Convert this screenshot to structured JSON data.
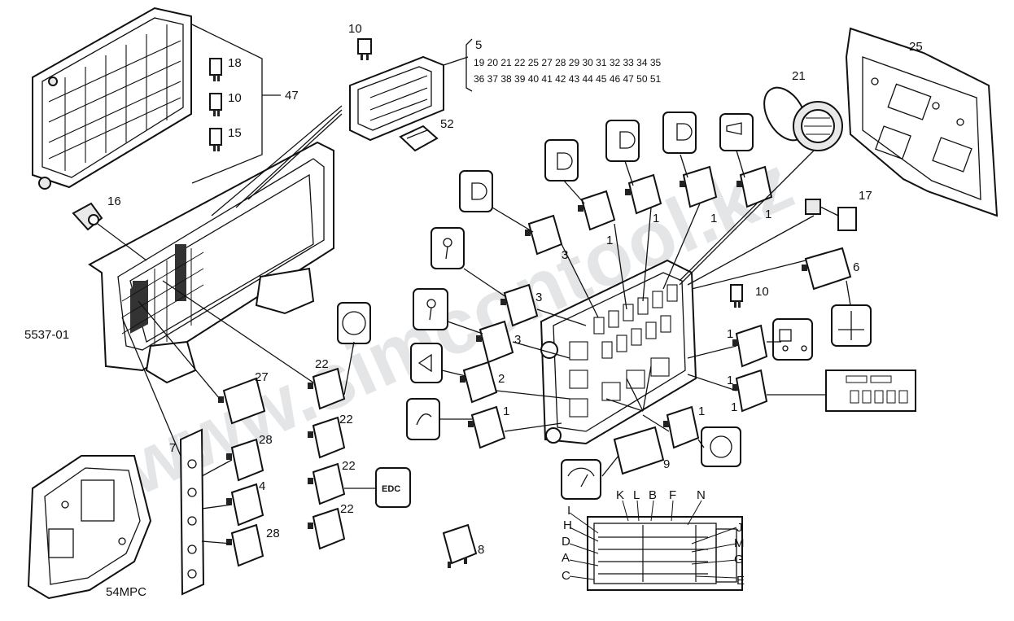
{
  "watermark": "www.simcontool.kz",
  "figure_code": "5537-01",
  "edc_label": "EDC",
  "mpc_label": "54MPC",
  "part_numbers": {
    "p10a": "10",
    "p18": "18",
    "p10b": "10",
    "p15": "15",
    "p47": "47",
    "p52": "52",
    "p16": "16",
    "p21": "21",
    "p25": "25",
    "p17": "17",
    "p6": "6",
    "p10c": "10",
    "p27": "27",
    "p7": "7",
    "p28a": "28",
    "p4": "4",
    "p28b": "28",
    "p22a": "22",
    "p22b": "22",
    "p22c": "22",
    "p22d": "22",
    "p8": "8",
    "p9": "9",
    "p3a": "3",
    "p3b": "3",
    "p3c": "3",
    "p2": "2",
    "p1a": "1",
    "p1b": "1",
    "p1c": "1",
    "p1d": "1",
    "p1e": "1",
    "p1f": "1",
    "p1g": "1",
    "p1h": "1",
    "p1i": "1"
  },
  "fuse_list": {
    "line1": "5",
    "line2": "19 20 21 22 25 27 28 29 30 31 32 33 34 35",
    "line3": "36 37 38 39 40 41 42 43 44 45 46 47 50 51"
  },
  "connector_letters": {
    "K": "K",
    "L": "L",
    "B": "B",
    "F": "F",
    "N": "N",
    "I": "I",
    "H": "H",
    "D": "D",
    "A": "A",
    "C": "C",
    "J": "J",
    "M": "M",
    "G": "G",
    "E": "E"
  }
}
